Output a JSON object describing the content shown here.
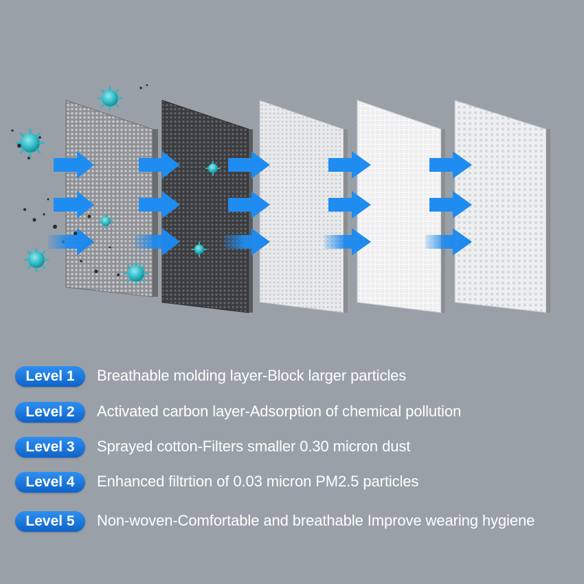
{
  "illustration": {
    "layers": [
      {
        "name": "molding",
        "fill": "#8f9196",
        "pattern": "#c8cacd"
      },
      {
        "name": "carbon",
        "fill": "#3b3c3f",
        "pattern": "#66686c"
      },
      {
        "name": "sprayed-cotton",
        "fill": "#e9eaec",
        "pattern": "#c9cbce"
      },
      {
        "name": "enhanced",
        "fill": "#f7f7f8",
        "pattern": "#dcdde0"
      },
      {
        "name": "non-woven",
        "fill": "#eeeff0",
        "pattern": "#d6d7da"
      }
    ],
    "arrow_color": "#1e8cf0",
    "virus_color": "#2bb8c4",
    "icons": [
      "virus-icon",
      "arrow-right-icon",
      "particle-icon"
    ]
  },
  "levels": [
    {
      "badge": "Level 1",
      "text": "Breathable molding layer-Block larger particles"
    },
    {
      "badge": "Level 2",
      "text": "Activated carbon layer-Adsorption of chemical pollution"
    },
    {
      "badge": "Level 3",
      "text": "Sprayed cotton-Filters smaller 0.30 micron dust"
    },
    {
      "badge": "Level 4",
      "text": "Enhanced filtrtion of 0.03 micron PM2.5 particles"
    },
    {
      "badge": "Level 5",
      "text": "Non-woven-Comfortable and breathable Improve wearing hygiene"
    }
  ],
  "colors": {
    "background": "#9aa0a8",
    "badge": "#1a78e0",
    "text": "#ffffff"
  }
}
